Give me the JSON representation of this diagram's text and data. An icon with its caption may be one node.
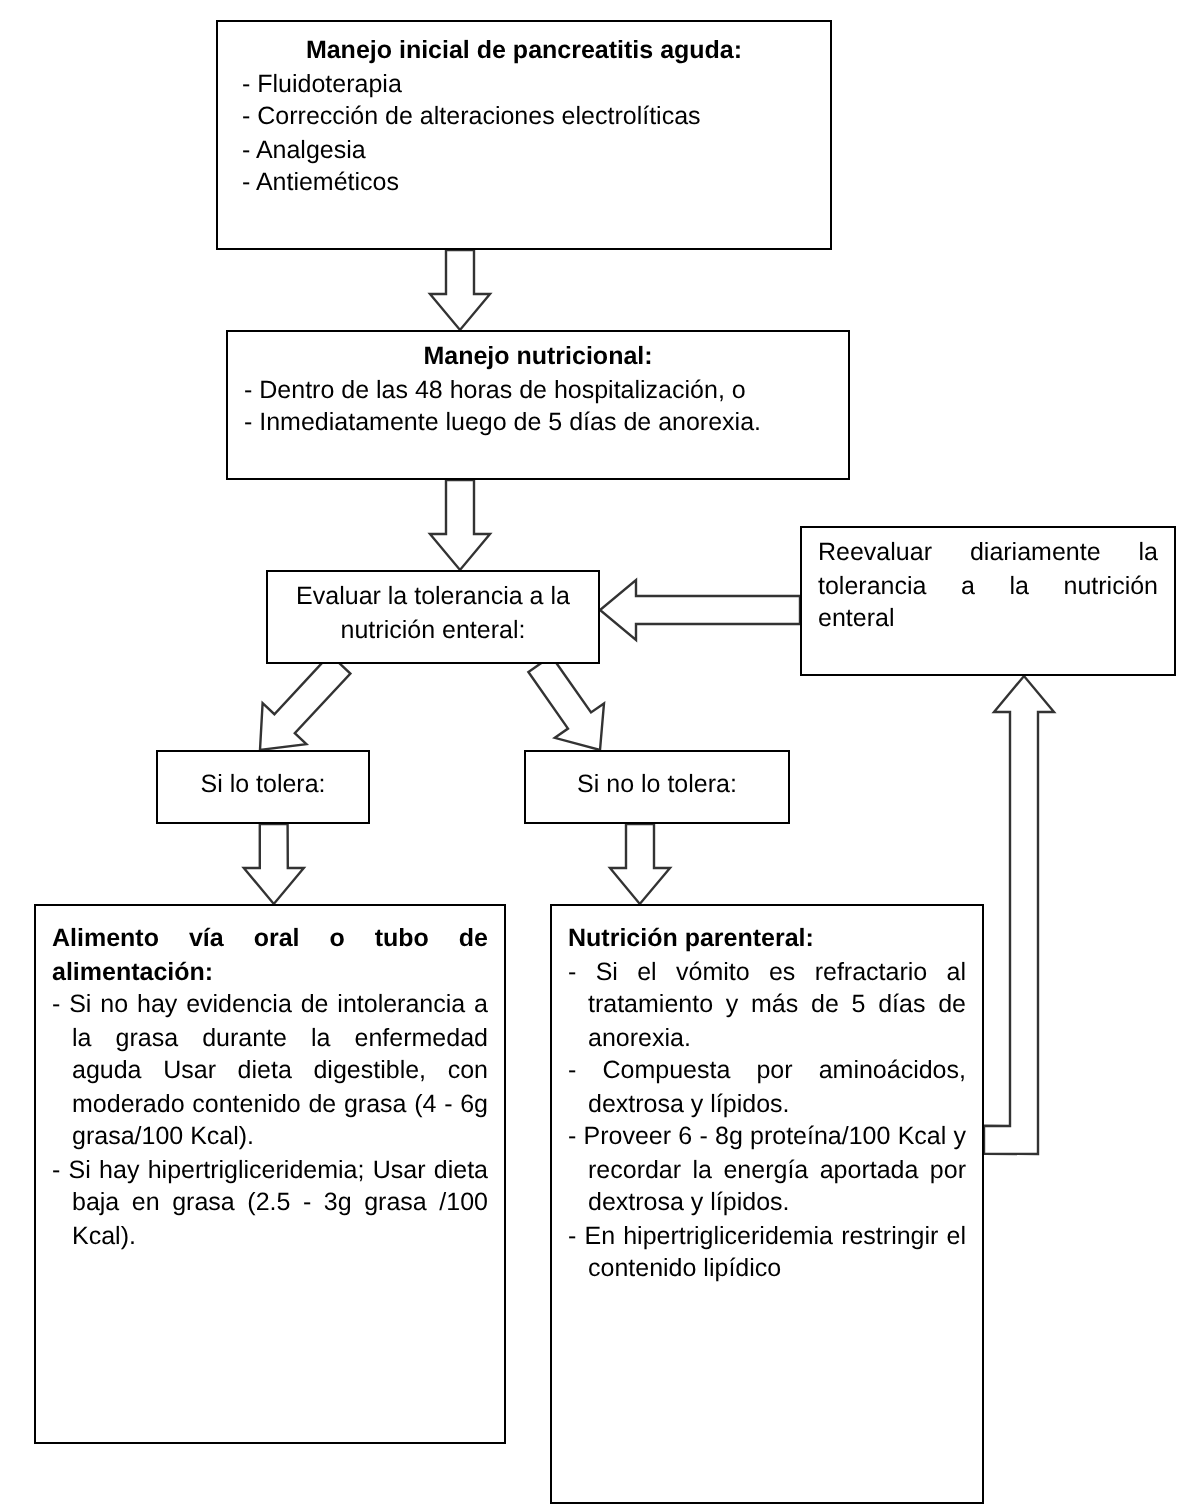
{
  "diagram": {
    "nodes": [
      {
        "text": [
          "Manejo inicial de pancreatitis aguda:",
          "- Fluidoterapia",
          "- Corrección de alteraciones electrolíticas",
          "- Analgesia",
          "- Antieméticos"
        ]
      },
      {
        "text": [
          "Manejo nutricional:",
          "- Dentro de las 48 horas de hospitalización, o",
          "- Inmediatamente luego de 5 días de anorexia."
        ]
      },
      {
        "text": [
          "Evaluar la tolerancia a la nutrición enteral:"
        ]
      },
      {
        "text": [
          "Reevaluar diariamente la tolerancia a la nutrición enteral"
        ]
      },
      {
        "text": [
          "Si lo tolera:"
        ]
      },
      {
        "text": [
          "Si no lo tolera:"
        ]
      },
      {
        "text": [
          "Alimento vía oral o tubo de alimentación:",
          "- Si no hay evidencia de intolerancia a la grasa durante la enfermedad aguda Usar dieta digestible, con moderado contenido de grasa (4 - 6g grasa/100 Kcal).",
          "- Si hay hipertrigliceridemia; Usar dieta baja en grasa (2.5 - 3g grasa /100 Kcal)."
        ]
      },
      {
        "text": [
          "Nutrición parenteral:",
          "- Si el vómito es refractario al tratamiento y más de 5 días de anorexia.",
          "- Compuesta por aminoácidos, dextrosa y lípidos.",
          "- Proveer 6 - 8g proteína/100 Kcal y recordar la energía aportada por dextrosa y lípidos.",
          "- En hipertrigliceridemia restringir el contenido lipídico"
        ]
      }
    ],
    "edges": [
      {
        "from": 0,
        "to": 1,
        "arrow": "to"
      },
      {
        "from": 1,
        "to": 2,
        "arrow": "to"
      },
      {
        "from": 3,
        "to": 2,
        "arrow": "to"
      },
      {
        "from": 2,
        "to": 4,
        "arrow": "to"
      },
      {
        "from": 2,
        "to": 5,
        "arrow": "to"
      },
      {
        "from": 4,
        "to": 6,
        "arrow": "to"
      },
      {
        "from": 5,
        "to": 7,
        "arrow": "to"
      },
      {
        "from": 7,
        "to": 3,
        "arrow": "to"
      }
    ]
  }
}
